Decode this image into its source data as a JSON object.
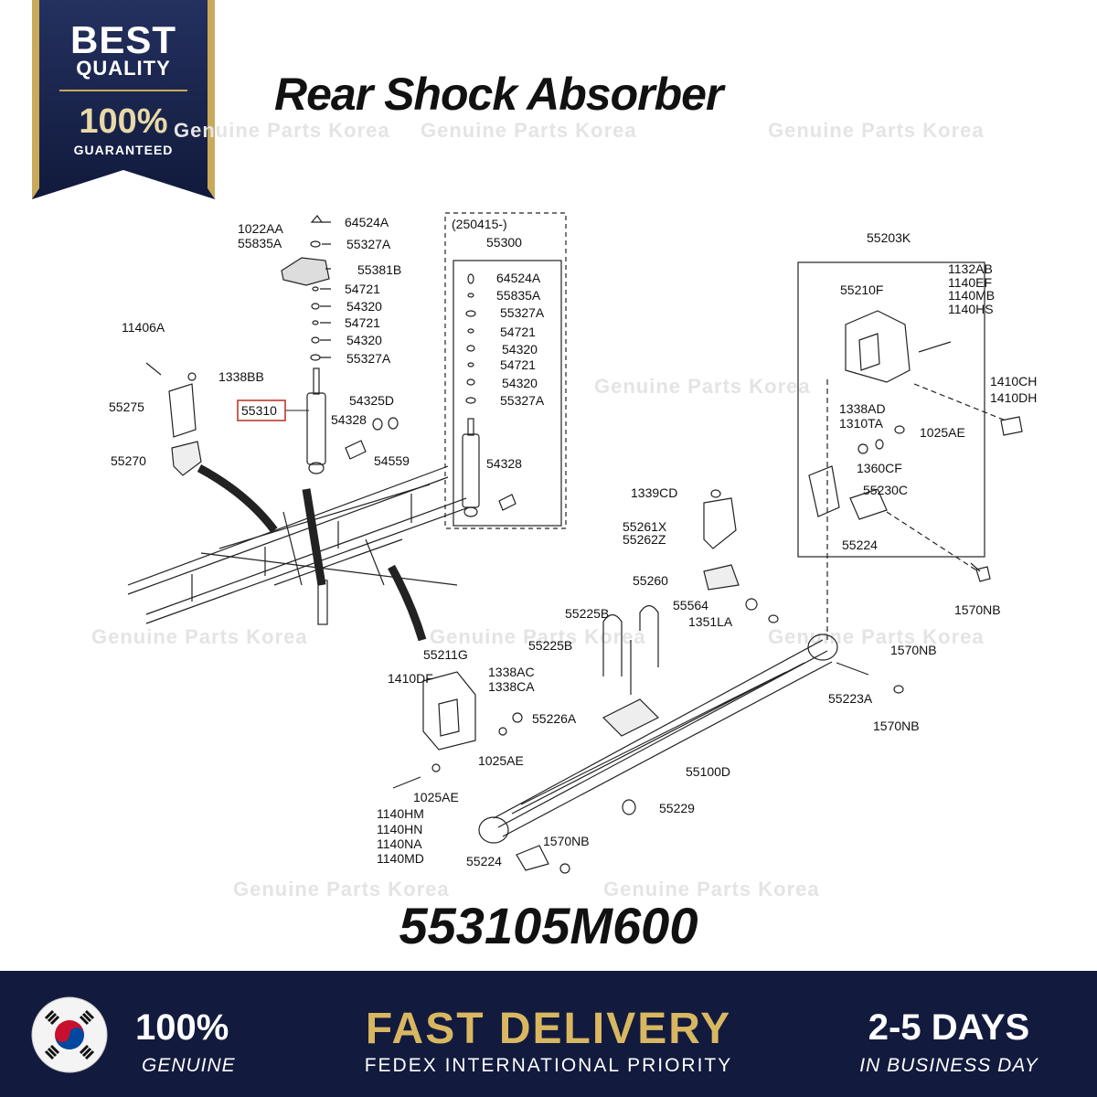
{
  "badge": {
    "best": "BEST",
    "quality": "QUALITY",
    "percent": "100%",
    "guaranteed": "GUARANTEED"
  },
  "title": "Rear Shock Absorber",
  "part_number": "553105M600",
  "watermark": "Genuine Parts Korea",
  "diagram": {
    "revision": "(250415-)",
    "highlighted_part": "55310",
    "labels": {
      "l1022AA": "1022AA",
      "l64524A": "64524A",
      "l55835A": "55835A",
      "l55327A_1": "55327A",
      "l55381B": "55381B",
      "l54721_1": "54721",
      "l54320_1": "54320",
      "l54721_2": "54721",
      "l54320_2": "54320",
      "l55327A_2": "55327A",
      "l11406A": "11406A",
      "l1338BB": "1338BB",
      "l55275": "55275",
      "l55310": "55310",
      "l54325D": "54325D",
      "l54328_1": "54328",
      "l54559": "54559",
      "l55270": "55270",
      "l55300": "55300",
      "k64524A": "64524A",
      "k55835A": "55835A",
      "k55327A_1": "55327A",
      "k54721_1": "54721",
      "k54320_1": "54320",
      "k54721_2": "54721",
      "k54320_2": "54320",
      "k55327A_2": "55327A",
      "k54328": "54328",
      "l55203K": "55203K",
      "l1132AB": "1132AB",
      "l1140EF": "1140EF",
      "l1140MB": "1140MB",
      "l1140HS": "1140HS",
      "l55210F": "55210F",
      "l1410CH": "1410CH",
      "l1410DH": "1410DH",
      "l1338AD": "1338AD",
      "l1310TA": "1310TA",
      "l1025AE_1": "1025AE",
      "l1360CF": "1360CF",
      "l55230C": "55230C",
      "l55224_1": "55224",
      "l1570NB_1": "1570NB",
      "l1339CD": "1339CD",
      "l55261X": "55261X",
      "l55262Z": "55262Z",
      "l55260": "55260",
      "l55564": "55564",
      "l1351LA": "1351LA",
      "l55225B_1": "55225B",
      "l55225B_2": "55225B",
      "l55211G": "55211G",
      "l1570NB_2": "1570NB",
      "l1410DF": "1410DF",
      "l1338AC": "1338AC",
      "l1338CA": "1338CA",
      "l55226A": "55226A",
      "l55223A": "55223A",
      "l1570NB_3": "1570NB",
      "l1025AE_2": "1025AE",
      "l55100D": "55100D",
      "l1025AE_3": "1025AE",
      "l1140HM": "1140HM",
      "l1140HN": "1140HN",
      "l1140NA": "1140NA",
      "l1140MD": "1140MD",
      "l55229": "55229",
      "l1570NB_4": "1570NB",
      "l55224_2": "55224"
    }
  },
  "footer": {
    "genuine_percent": "100%",
    "genuine": "GENUINE",
    "fast_delivery": "FAST DELIVERY",
    "fedex": "FEDEX INTERNATIONAL PRIORITY",
    "days": "2-5 DAYS",
    "business_day": "IN BUSINESS DAY"
  },
  "colors": {
    "navy": "#121a3e",
    "gold": "#d8b760",
    "highlight": "#c0392b"
  },
  "icons": [
    "korea-flag-icon"
  ]
}
